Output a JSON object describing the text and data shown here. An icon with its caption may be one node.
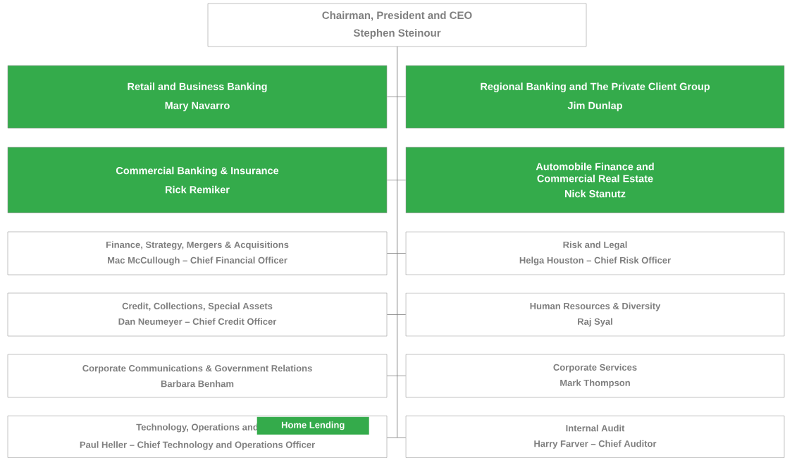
{
  "diagram": {
    "nodes": [
      {
        "text": [
          "Chairman, President and CEO",
          "Stephen Steinour"
        ]
      },
      {
        "text": [
          "Retail and Business Banking",
          "Mary Navarro"
        ]
      },
      {
        "text": [
          "Regional Banking and The Private Client Group",
          "Jim Dunlap"
        ]
      },
      {
        "text": [
          "Commercial Banking & Insurance",
          "Rick Remiker"
        ]
      },
      {
        "text": [
          "Automobile Finance and Commercial Real Estate",
          "Nick Stanutz"
        ]
      },
      {
        "text": [
          "Finance, Strategy, Mergers & Acquisitions",
          "Mac McCullough –  Chief Financial Officer"
        ]
      },
      {
        "text": [
          "Risk and Legal",
          "Helga Houston – Chief Risk Officer"
        ]
      },
      {
        "text": [
          "Credit, Collections, Special Assets",
          "Dan Neumeyer – Chief Credit Officer"
        ]
      },
      {
        "text": [
          "Human Resources & Diversity",
          "Raj Syal"
        ]
      },
      {
        "text": [
          "Corporate Communications & Government Relations",
          "Barbara Benham"
        ]
      },
      {
        "text": [
          "Corporate Services",
          "Mark Thompson"
        ]
      },
      {
        "text": [
          "Technology, Operations and",
          "Paul Heller – Chief Technology and Operations Officer"
        ]
      },
      {
        "text": [
          "Home Lending"
        ],
        "in": 11
      },
      {
        "text": [
          "Internal Audit",
          "Harry Farver – Chief Auditor"
        ]
      }
    ],
    "edges": [
      {
        "from": 0,
        "to": 1,
        "arrow": "none"
      },
      {
        "from": 0,
        "to": 2,
        "arrow": "none"
      },
      {
        "from": 0,
        "to": 3,
        "arrow": "none"
      },
      {
        "from": 0,
        "to": 4,
        "arrow": "none"
      },
      {
        "from": 0,
        "to": 5,
        "arrow": "none"
      },
      {
        "from": 0,
        "to": 6,
        "arrow": "none"
      },
      {
        "from": 0,
        "to": 7,
        "arrow": "none"
      },
      {
        "from": 0,
        "to": 8,
        "arrow": "none"
      },
      {
        "from": 0,
        "to": 9,
        "arrow": "none"
      },
      {
        "from": 0,
        "to": 10,
        "arrow": "none"
      },
      {
        "from": 0,
        "to": 11,
        "arrow": "none"
      },
      {
        "from": 0,
        "to": 13,
        "arrow": "none"
      }
    ]
  }
}
